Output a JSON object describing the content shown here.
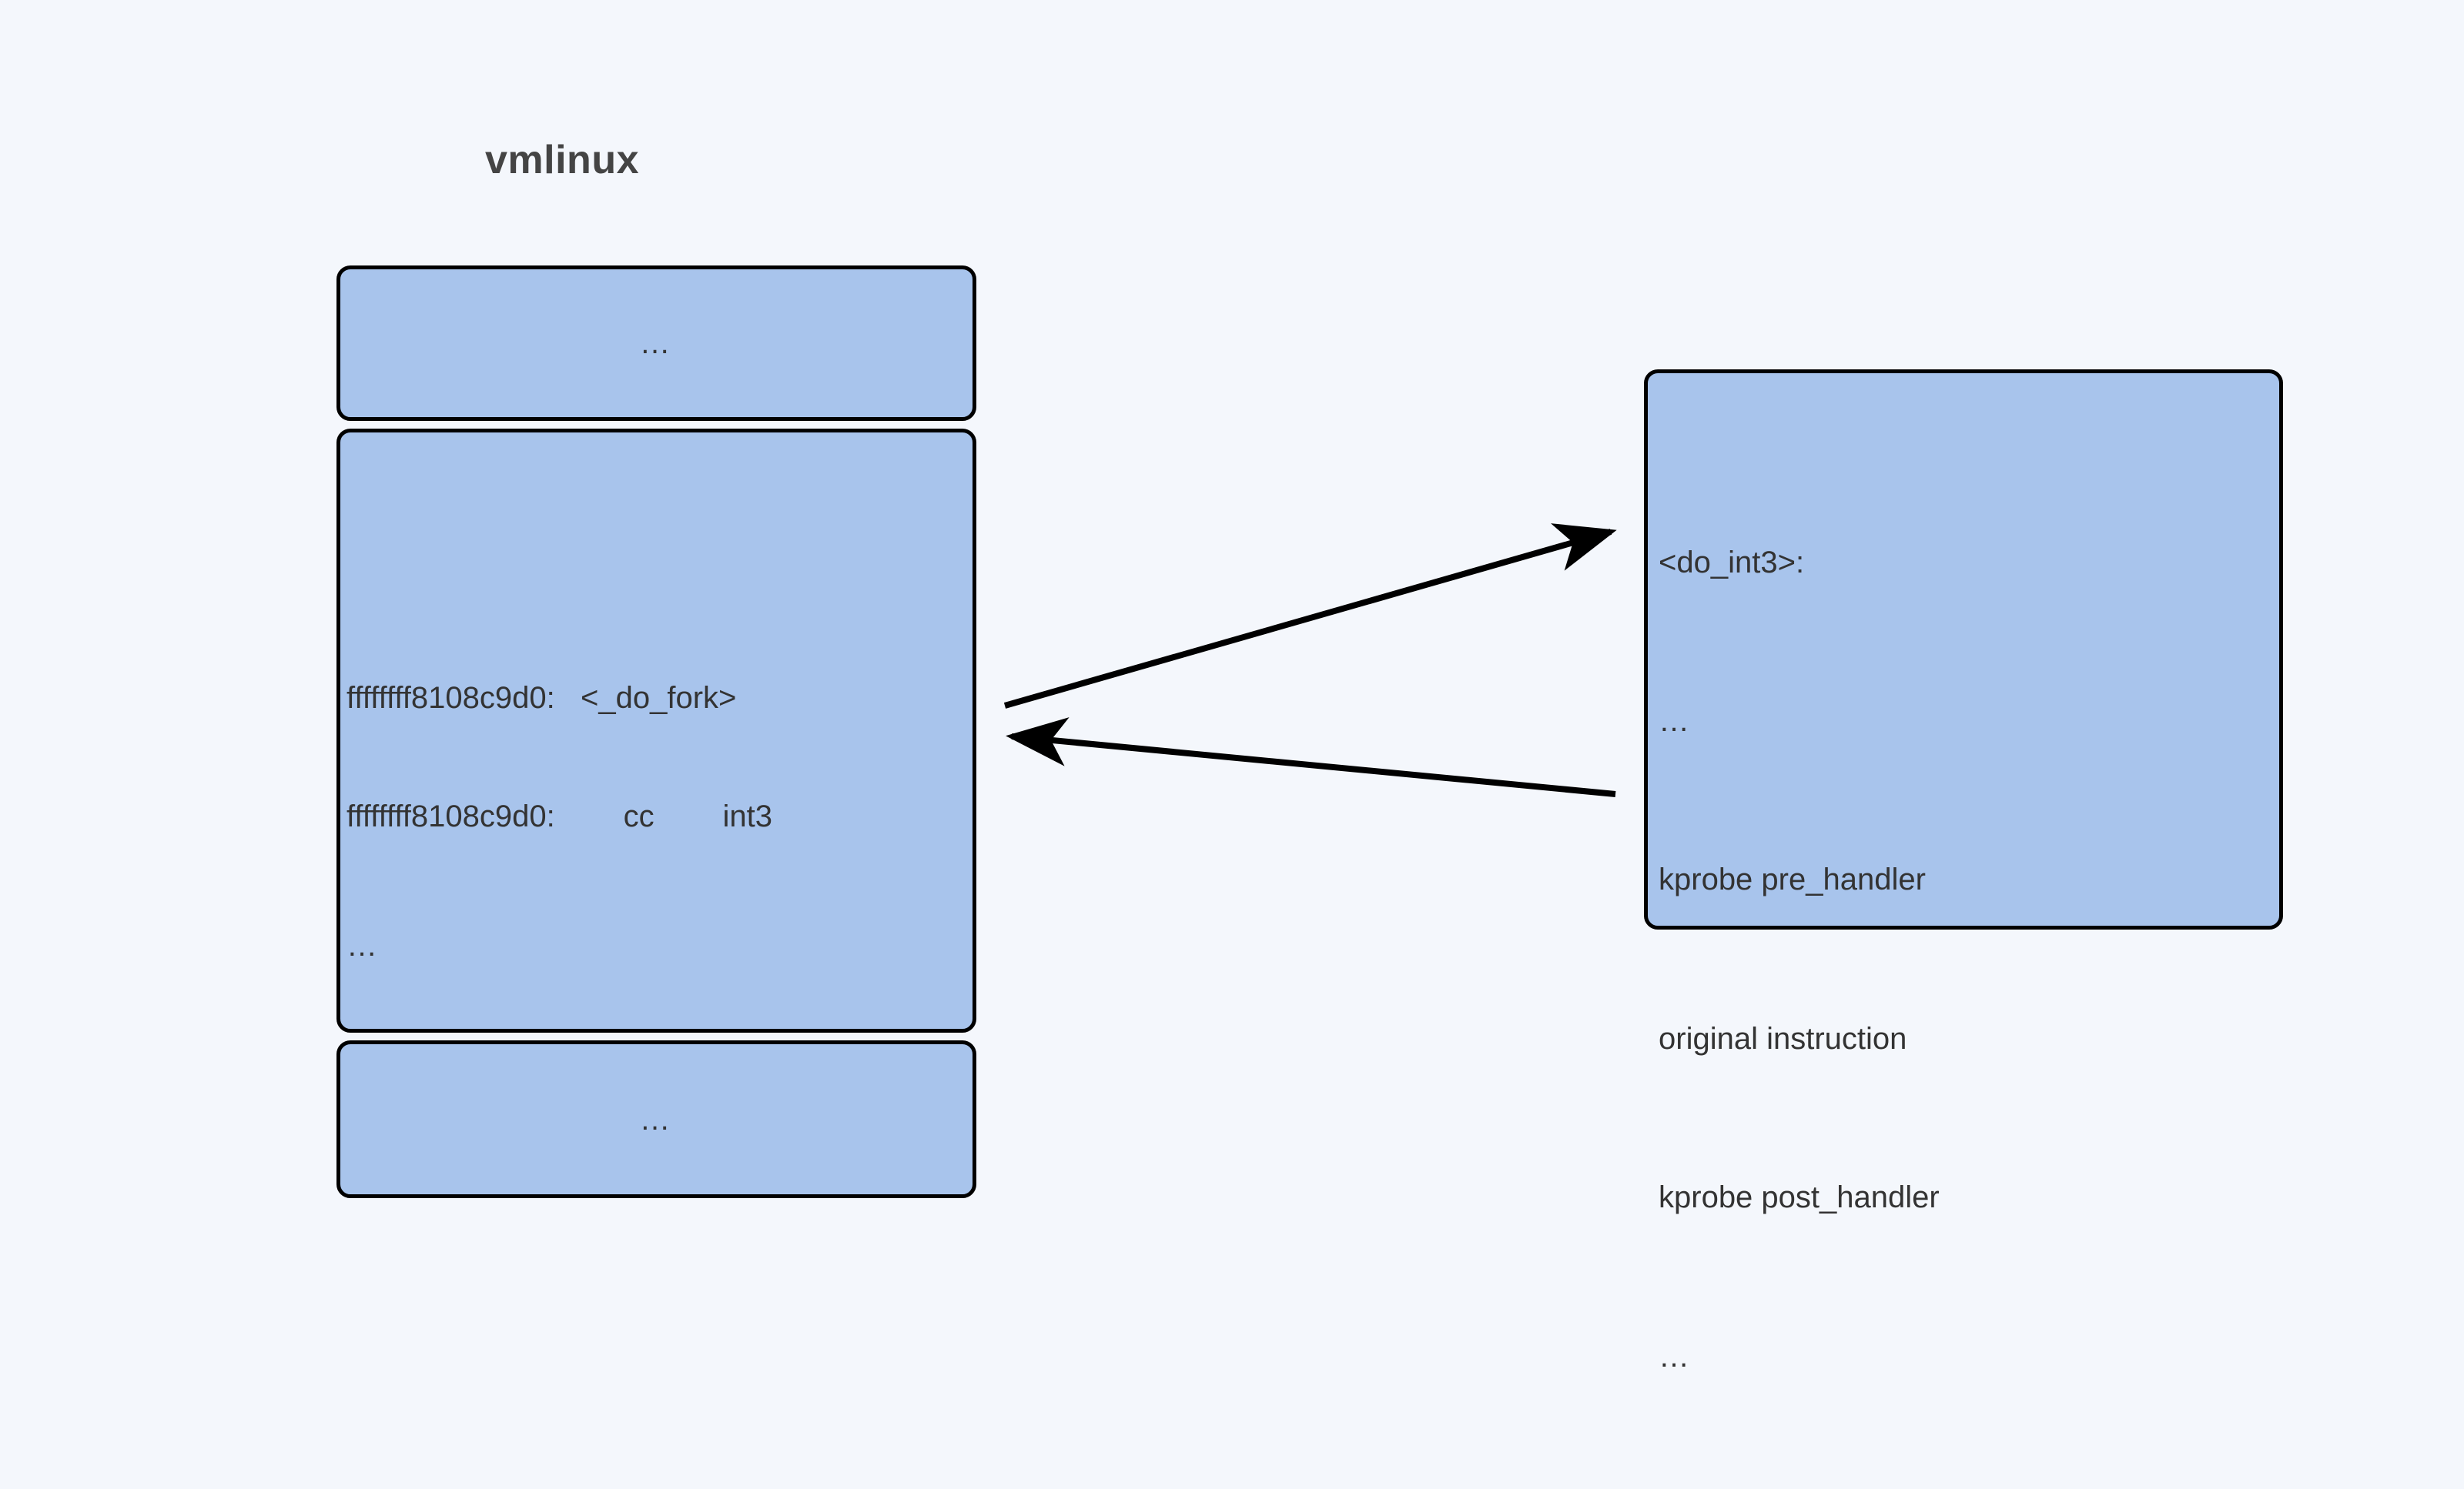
{
  "diagram": {
    "title": "vmlinux",
    "background_color": "#f4f7fc",
    "node_fill_color": "#a8c4ec",
    "node_border_color": "#000000",
    "text_color": "#333333",
    "title_color": "#444444"
  },
  "vmlinux": {
    "segment_top": {
      "label": "…"
    },
    "segment_code": {
      "lines": [
        "ffffffff8108c9d0:   <_do_fork>",
        "ffffffff8108c9d0:        cc        int3"
      ],
      "trailing_ellipsis": "…",
      "address": "ffffffff8108c9d0",
      "symbol": "<_do_fork>",
      "opcode": "cc",
      "mnemonic": "int3"
    },
    "segment_bottom": {
      "label": "…"
    }
  },
  "handler": {
    "lines": [
      "<do_int3>:",
      "…",
      "kprobe pre_handler",
      "original instruction",
      "kprobe post_handler",
      "…"
    ],
    "symbol": "<do_int3>:"
  },
  "arrows": [
    {
      "name": "trap-to-handler",
      "from": "vmlinux-int3-instruction",
      "to": "do-int3-handler",
      "direction": "right"
    },
    {
      "name": "handler-return",
      "from": "do-int3-handler",
      "to": "vmlinux-int3-instruction",
      "direction": "left"
    }
  ]
}
